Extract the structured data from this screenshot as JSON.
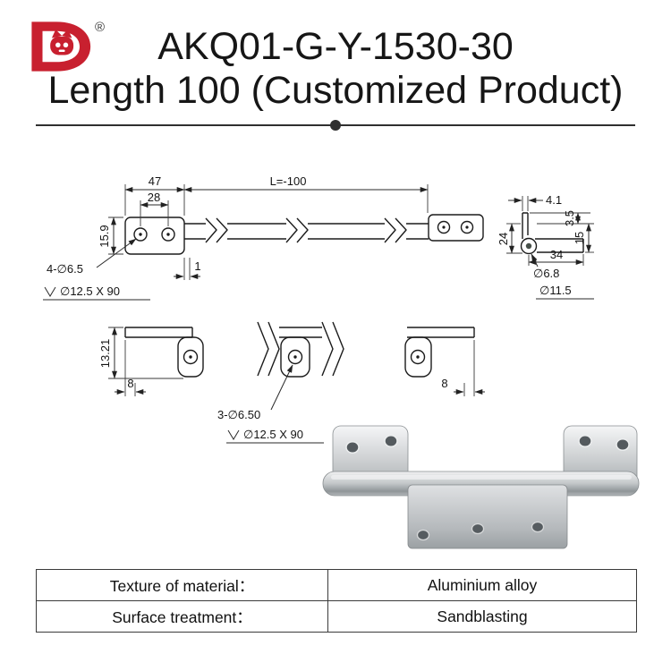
{
  "header": {
    "title_line1": "AKQ01-G-Y-1530-30",
    "title_line2": "Length 100 (Customized Product)",
    "registered": "®"
  },
  "drawing": {
    "top": {
      "w47": "47",
      "s28": "28",
      "L": "L=-100",
      "h159": "15.9",
      "one": "1",
      "holes": "4-∅6.5",
      "csk": "∅12.5 X 90"
    },
    "side": {
      "t41": "4.1",
      "t35": "3.5",
      "h24": "24",
      "h15": "15",
      "w34": "34",
      "d68": "∅6.8",
      "d115": "∅11.5"
    },
    "bottom": {
      "h1321": "13.21",
      "e8l": "8",
      "e8r": "8",
      "holes": "3-∅6.50",
      "csk": "∅12.5 X 90"
    }
  },
  "colors": {
    "brand_red": "#c8202f",
    "line": "#1b1b1b",
    "metal_light": "#f2f3f4",
    "metal_dark": "#9aa0a3"
  },
  "table": {
    "rows": [
      {
        "label": "Texture of material：",
        "value": "Aluminium alloy"
      },
      {
        "label": "Surface treatment：",
        "value": "Sandblasting"
      }
    ]
  }
}
